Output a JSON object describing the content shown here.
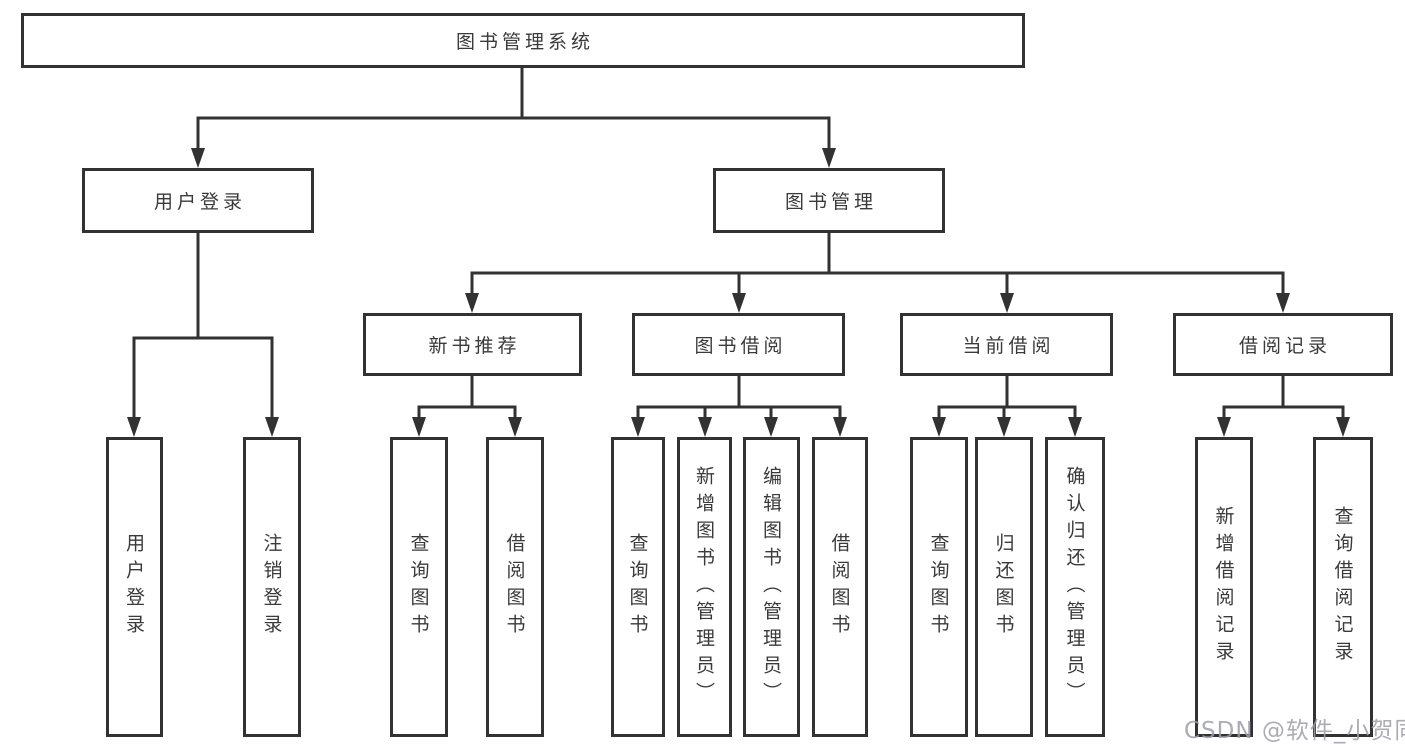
{
  "diagram": {
    "root": {
      "label": "图书管理系统"
    },
    "branches": [
      {
        "label": "用户登录",
        "children": [
          "用户登录",
          "注销登录"
        ]
      },
      {
        "label": "图书管理",
        "groups": [
          {
            "label": "新书推荐",
            "children": [
              "查询图书",
              "借阅图书"
            ]
          },
          {
            "label": "图书借阅",
            "children": [
              "查询图书",
              "新增图书（管理员）",
              "编辑图书（管理员）",
              "借阅图书"
            ]
          },
          {
            "label": "当前借阅",
            "children": [
              "查询图书",
              "归还图书",
              "确认归还（管理员）"
            ]
          },
          {
            "label": "借阅记录",
            "children": [
              "新增借阅记录",
              "查询借阅记录"
            ]
          }
        ]
      }
    ],
    "colors": {
      "line": "#323232",
      "text": "#3a3a3a",
      "box_background": "#ffffff",
      "watermark": "#9e9ea5"
    }
  },
  "watermark": {
    "text": "CSDN @软件_小贺同学"
  }
}
